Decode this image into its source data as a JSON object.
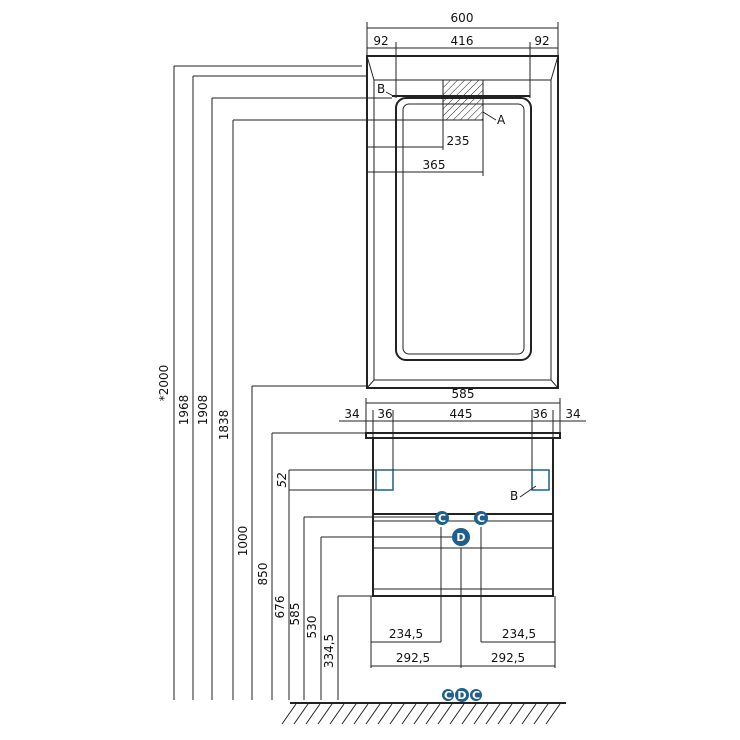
{
  "mirror": {
    "width": "600",
    "left_margin": "92",
    "inner_width": "416",
    "right_margin": "92",
    "light_offset": "235",
    "light_width": "365",
    "label_a": "A",
    "label_b": "B"
  },
  "heights": {
    "h2000": "*2000",
    "h1968": "1968",
    "h1908": "1908",
    "h1838": "1838",
    "h1000": "1000",
    "h850": "850",
    "h676": "676",
    "h585": "585",
    "h530": "530",
    "h3345": "334,5",
    "h52": "52"
  },
  "cabinet": {
    "width": "585",
    "edge_left": "34",
    "inset_left": "36",
    "inner_width": "445",
    "inset_right": "36",
    "edge_right": "34",
    "half_inner_left": "234,5",
    "half_inner_right": "234,5",
    "half_left": "292,5",
    "half_right": "292,5",
    "label_b": "B"
  },
  "markers": {
    "c1": "C",
    "c2": "C",
    "d": "D",
    "legend_c1": "C",
    "legend_d": "D",
    "legend_c2": "C"
  }
}
